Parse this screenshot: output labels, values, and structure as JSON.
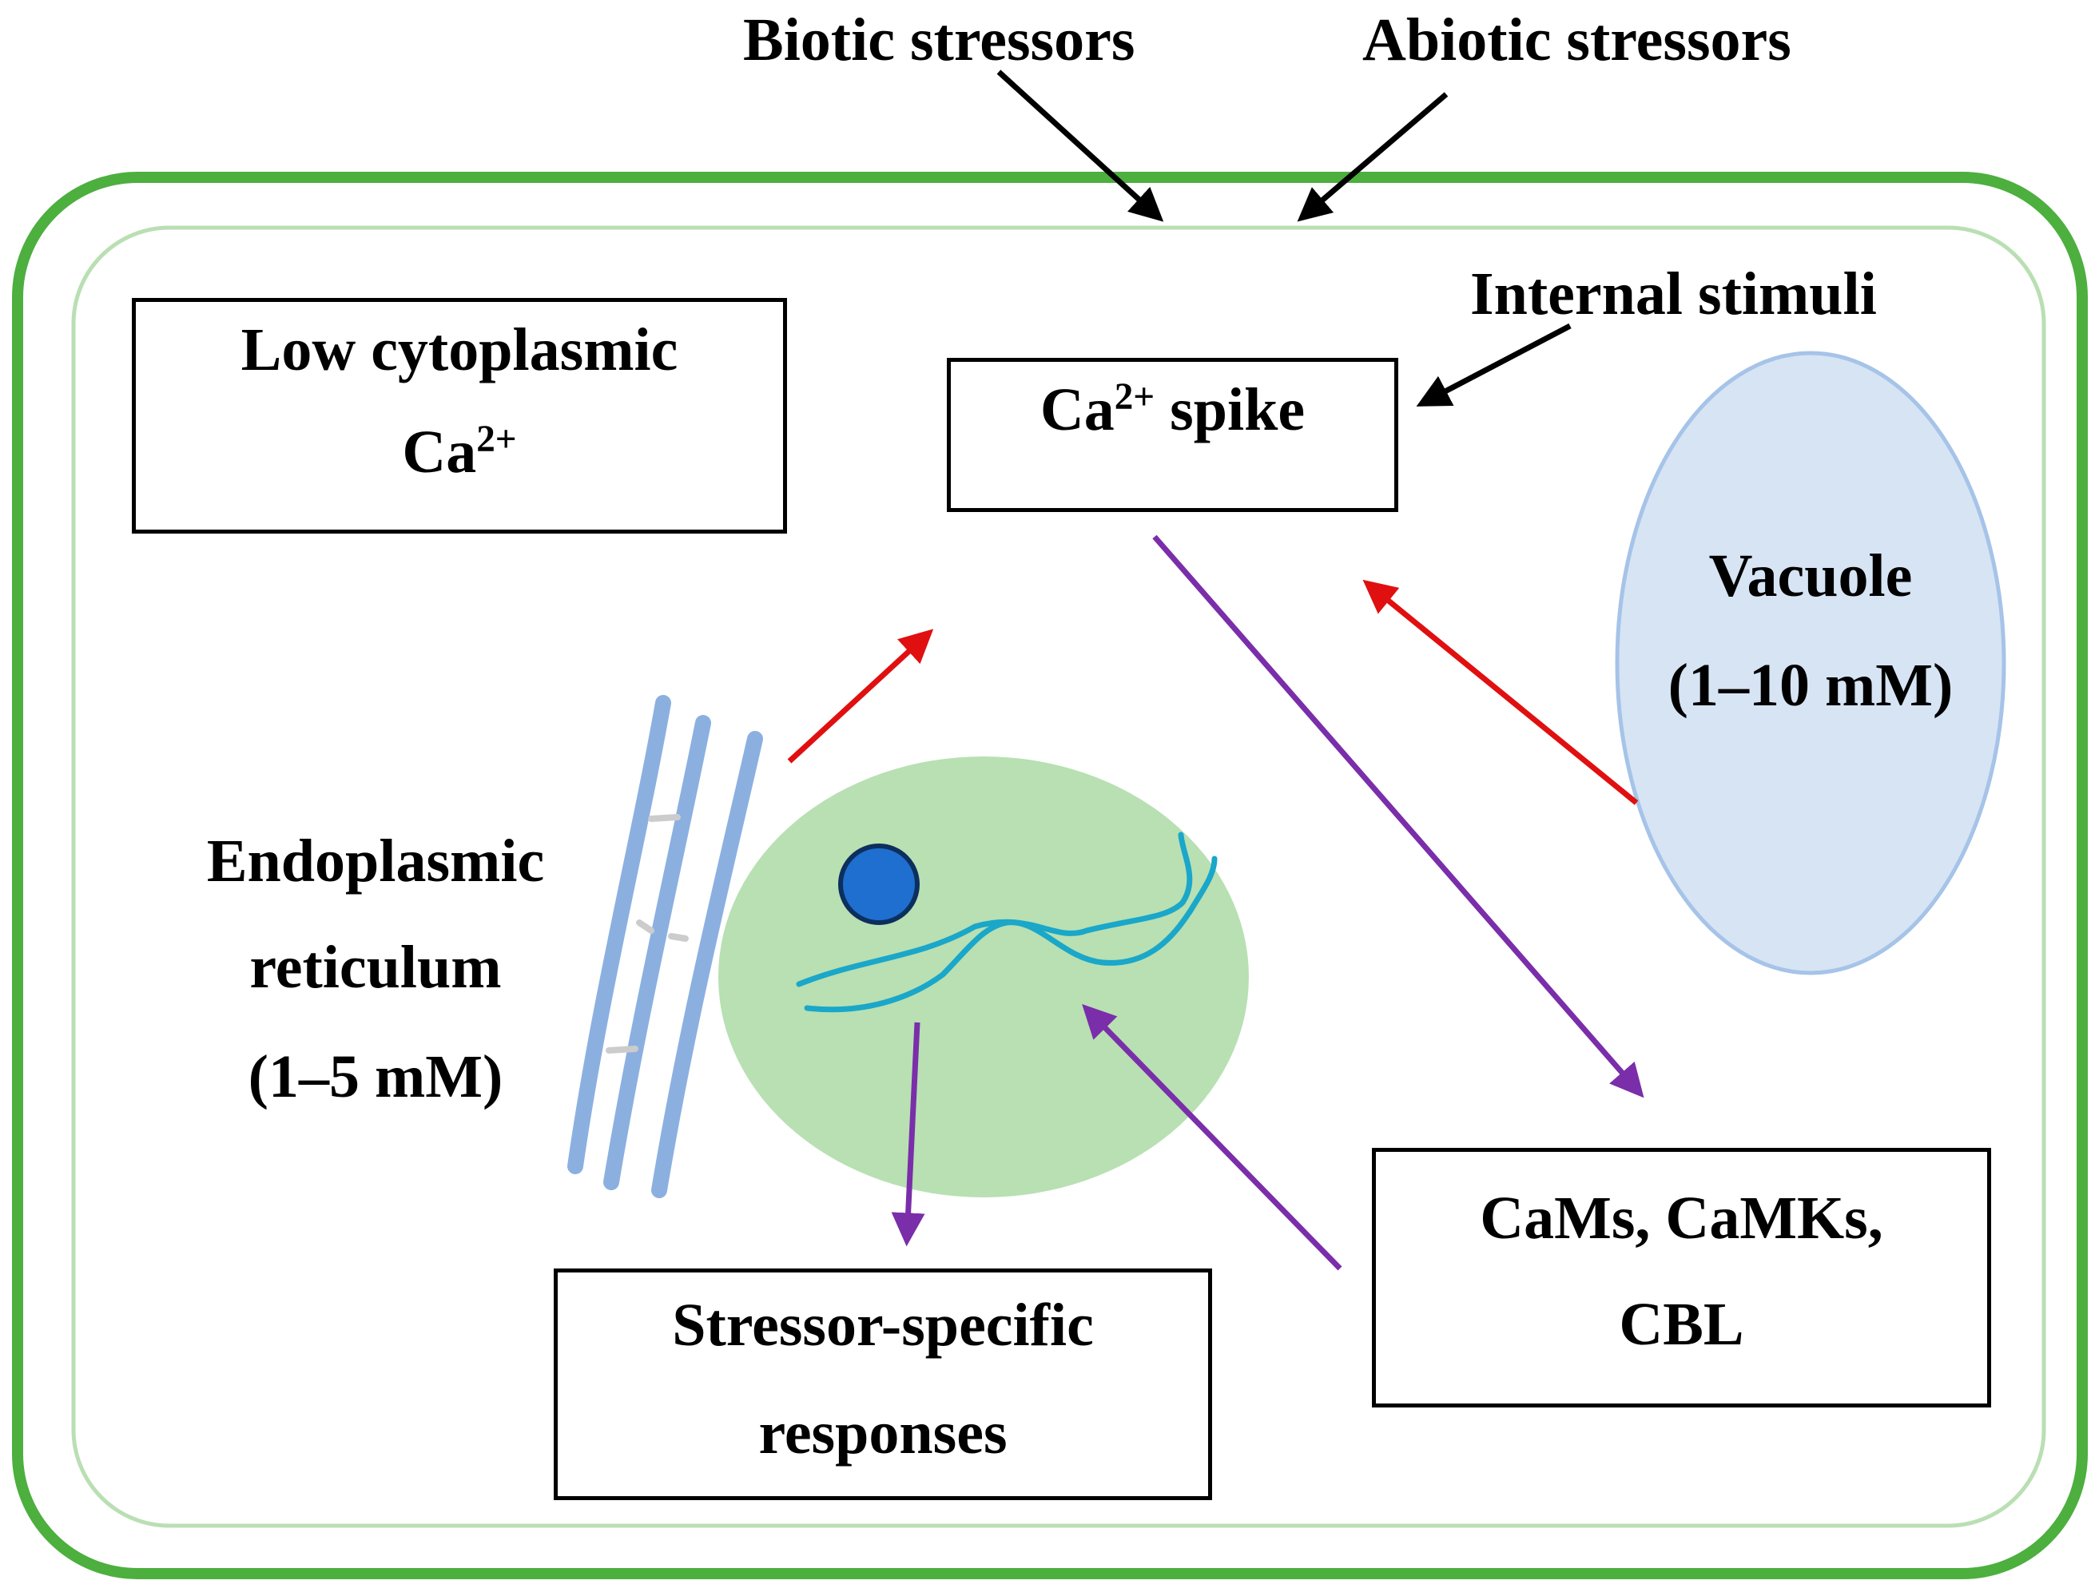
{
  "labels": {
    "biotic": "Biotic stressors",
    "abiotic": "Abiotic stressors",
    "internal": "Internal stimuli",
    "er_line1": "Endoplasmic",
    "er_line2": "reticulum",
    "er_line3": "(1–5 mM)",
    "vacuole_line1": "Vacuole",
    "vacuole_line2": "(1–10 mM)"
  },
  "boxes": {
    "low_ca_line1": "Low cytoplasmic",
    "low_ca_line2_base": "Ca",
    "low_ca_line2_sup": "2+",
    "spike_base": "Ca",
    "spike_sup": "2+",
    "spike_rest": " spike",
    "sensors_line1": "CaMs, CaMKs,",
    "sensors_line2": "CBL",
    "responses_line1": "Stressor-specific",
    "responses_line2": "responses"
  },
  "colors": {
    "cell_wall": "#4caf3e",
    "membrane": "#b9dfb3",
    "vacuole_fill": "#d6e4f4",
    "vacuole_stroke": "#a6c3e8",
    "nucleus": "#b8e0b3",
    "nucleolus": "#1e6fcf",
    "chromatin": "#1aa7c9",
    "er": "#8bb0e0",
    "red_arrow": "#e01010",
    "purple_arrow": "#7a2eaa",
    "black_arrow": "#000000"
  }
}
